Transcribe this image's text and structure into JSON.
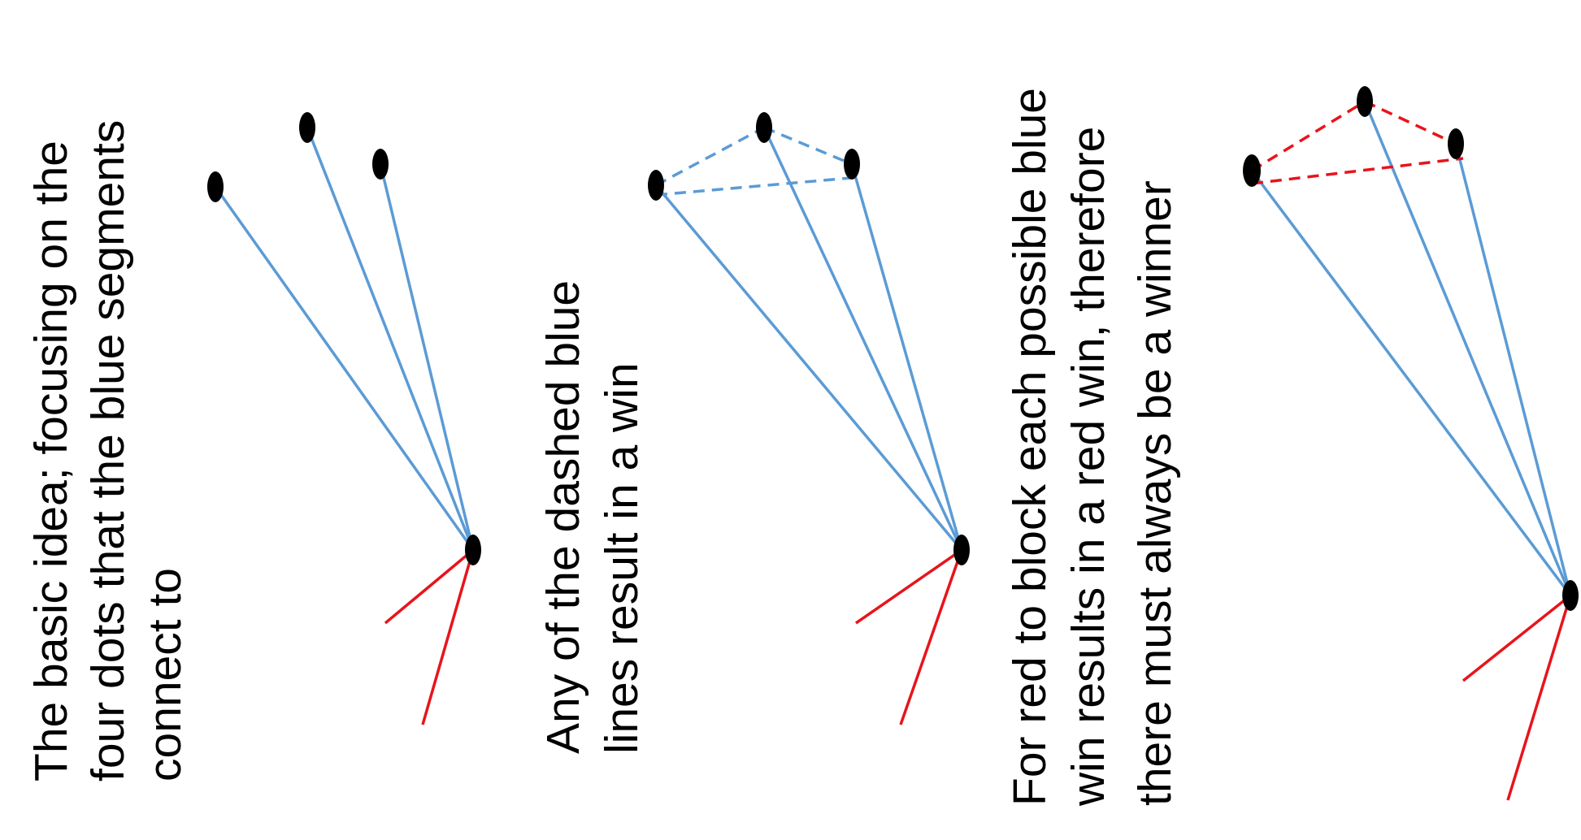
{
  "panels": [
    {
      "caption_lines": [
        "The basic idea; focusing on the",
        "four dots that the blue segments",
        "connect to"
      ]
    },
    {
      "caption_lines": [
        "Any of the dashed blue",
        "lines result in a win"
      ]
    },
    {
      "caption_lines": [
        "For red to block each possible blue",
        "win results in a red win, therefore",
        "there must always be a winner"
      ]
    }
  ],
  "colors": {
    "blue_segment": "#5b9bd5",
    "red_segment": "#e8141b",
    "dot": "#000000"
  }
}
